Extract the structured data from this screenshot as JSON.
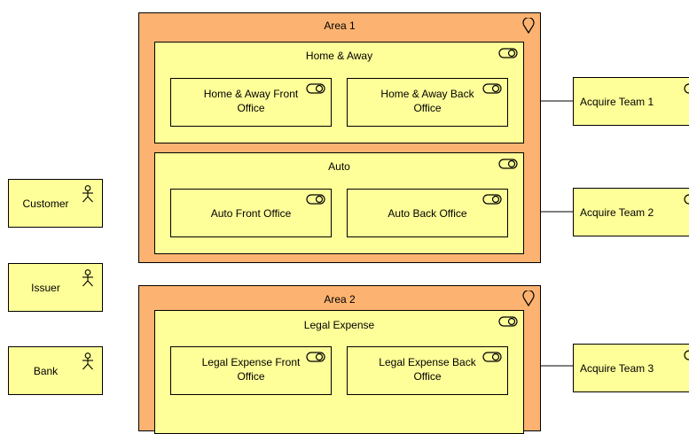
{
  "areas": [
    {
      "title": "Area 1",
      "components": [
        {
          "title": "Home & Away",
          "offices": [
            "Home & Away Front Office",
            "Home & Away Back Office"
          ]
        },
        {
          "title": "Auto",
          "offices": [
            "Auto Front Office",
            "Auto Back Office"
          ]
        }
      ]
    },
    {
      "title": "Area 2",
      "components": [
        {
          "title": "Legal Expense",
          "offices": [
            "Legal Expense Front Office",
            "Legal Expense Back Office"
          ]
        }
      ]
    }
  ],
  "actors": [
    "Customer",
    "Issuer",
    "Bank"
  ],
  "teams": [
    "Acquire Team 1",
    "Acquire Team 2",
    "Acquire Team 3"
  ],
  "colors": {
    "location_fill": "#fcb371",
    "component_fill": "#ffff99",
    "border": "#000000"
  },
  "icons": {
    "location": "location-pin-icon",
    "component": "application-component-icon",
    "actor": "actor-stick-figure-icon"
  }
}
